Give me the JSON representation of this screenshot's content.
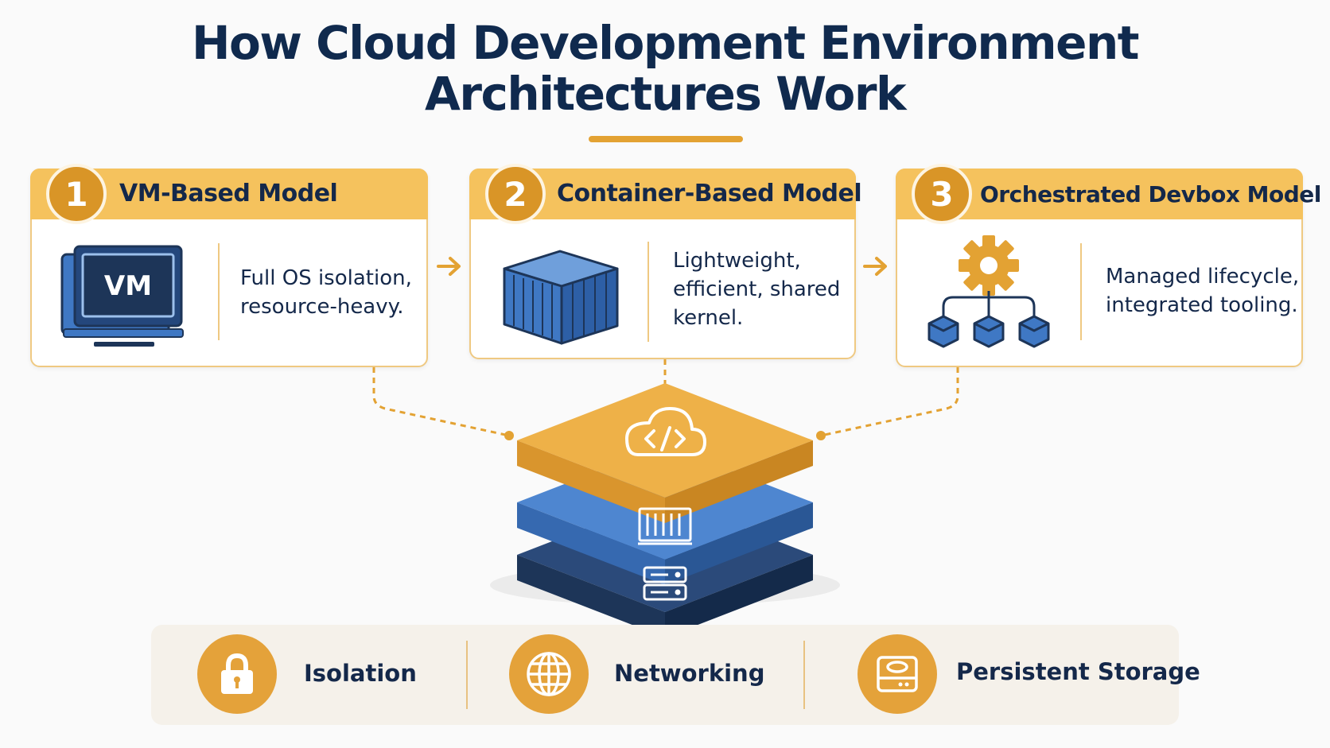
{
  "title": {
    "line1": "How Cloud Development Environment",
    "line2": "Architectures Work"
  },
  "models": [
    {
      "number": "1",
      "title": "VM-Based Model",
      "icon": "vm-monitor-icon",
      "icon_label": "VM",
      "description": [
        "Full OS isolation,",
        "resource-heavy."
      ]
    },
    {
      "number": "2",
      "title": "Container-Based Model",
      "icon": "shipping-container-icon",
      "description": [
        "Lightweight,",
        "efficient, shared",
        "kernel."
      ]
    },
    {
      "number": "3",
      "title": "Orchestrated Devbox Model",
      "icon": "gear-network-icon",
      "description": [
        "Managed lifecycle,",
        "integrated tooling."
      ]
    }
  ],
  "platform_stack": {
    "layers": [
      "cloud-code-icon",
      "container-icon",
      "server-icon"
    ]
  },
  "features": [
    {
      "label": "Isolation",
      "icon": "lock-icon"
    },
    {
      "label": "Networking",
      "icon": "globe-icon"
    },
    {
      "label": "Persistent Storage",
      "icon": "storage-drive-icon"
    }
  ],
  "colors": {
    "navy": "#102a4e",
    "accent_orange": "#e3a233",
    "header_gold": "#f5c25d",
    "blue": "#3f78c4",
    "dark_navy": "#1d3558"
  }
}
